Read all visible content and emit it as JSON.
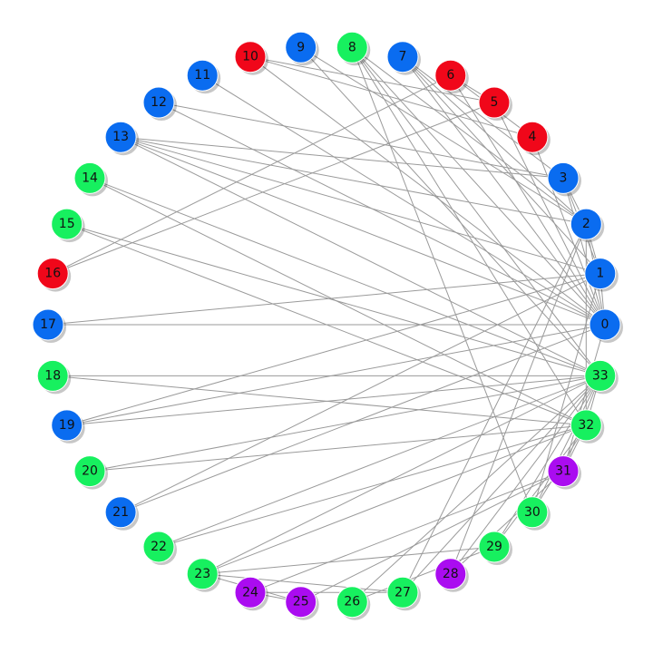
{
  "colors": {
    "blue": "#0a6cf0",
    "green": "#17f05f",
    "red": "#f0071a",
    "purple": "#aa0cf0",
    "edge": "#9a9a9a"
  },
  "nodes": [
    {
      "id": 0,
      "label": "0",
      "color": "blue"
    },
    {
      "id": 1,
      "label": "1",
      "color": "blue"
    },
    {
      "id": 2,
      "label": "2",
      "color": "blue"
    },
    {
      "id": 3,
      "label": "3",
      "color": "blue"
    },
    {
      "id": 4,
      "label": "4",
      "color": "red"
    },
    {
      "id": 5,
      "label": "5",
      "color": "red"
    },
    {
      "id": 6,
      "label": "6",
      "color": "red"
    },
    {
      "id": 7,
      "label": "7",
      "color": "blue"
    },
    {
      "id": 8,
      "label": "8",
      "color": "green"
    },
    {
      "id": 9,
      "label": "9",
      "color": "blue"
    },
    {
      "id": 10,
      "label": "10",
      "color": "red"
    },
    {
      "id": 11,
      "label": "11",
      "color": "blue"
    },
    {
      "id": 12,
      "label": "12",
      "color": "blue"
    },
    {
      "id": 13,
      "label": "13",
      "color": "blue"
    },
    {
      "id": 14,
      "label": "14",
      "color": "green"
    },
    {
      "id": 15,
      "label": "15",
      "color": "green"
    },
    {
      "id": 16,
      "label": "16",
      "color": "red"
    },
    {
      "id": 17,
      "label": "17",
      "color": "blue"
    },
    {
      "id": 18,
      "label": "18",
      "color": "green"
    },
    {
      "id": 19,
      "label": "19",
      "color": "blue"
    },
    {
      "id": 20,
      "label": "20",
      "color": "green"
    },
    {
      "id": 21,
      "label": "21",
      "color": "blue"
    },
    {
      "id": 22,
      "label": "22",
      "color": "green"
    },
    {
      "id": 23,
      "label": "23",
      "color": "green"
    },
    {
      "id": 24,
      "label": "24",
      "color": "purple"
    },
    {
      "id": 25,
      "label": "25",
      "color": "purple"
    },
    {
      "id": 26,
      "label": "26",
      "color": "green"
    },
    {
      "id": 27,
      "label": "27",
      "color": "green"
    },
    {
      "id": 28,
      "label": "28",
      "color": "purple"
    },
    {
      "id": 29,
      "label": "29",
      "color": "green"
    },
    {
      "id": 30,
      "label": "30",
      "color": "green"
    },
    {
      "id": 31,
      "label": "31",
      "color": "purple"
    },
    {
      "id": 32,
      "label": "32",
      "color": "green"
    },
    {
      "id": 33,
      "label": "33",
      "color": "green"
    }
  ],
  "edges": [
    [
      0,
      1
    ],
    [
      0,
      2
    ],
    [
      0,
      3
    ],
    [
      0,
      4
    ],
    [
      0,
      5
    ],
    [
      0,
      6
    ],
    [
      0,
      7
    ],
    [
      0,
      8
    ],
    [
      0,
      10
    ],
    [
      0,
      11
    ],
    [
      0,
      12
    ],
    [
      0,
      13
    ],
    [
      0,
      17
    ],
    [
      0,
      19
    ],
    [
      0,
      21
    ],
    [
      0,
      31
    ],
    [
      1,
      2
    ],
    [
      1,
      3
    ],
    [
      1,
      7
    ],
    [
      1,
      13
    ],
    [
      1,
      17
    ],
    [
      1,
      19
    ],
    [
      1,
      21
    ],
    [
      1,
      30
    ],
    [
      2,
      3
    ],
    [
      2,
      7
    ],
    [
      2,
      8
    ],
    [
      2,
      9
    ],
    [
      2,
      13
    ],
    [
      2,
      27
    ],
    [
      2,
      28
    ],
    [
      2,
      32
    ],
    [
      3,
      7
    ],
    [
      3,
      12
    ],
    [
      3,
      13
    ],
    [
      4,
      6
    ],
    [
      4,
      10
    ],
    [
      5,
      6
    ],
    [
      5,
      10
    ],
    [
      5,
      16
    ],
    [
      6,
      16
    ],
    [
      8,
      30
    ],
    [
      8,
      32
    ],
    [
      8,
      33
    ],
    [
      9,
      33
    ],
    [
      13,
      33
    ],
    [
      14,
      32
    ],
    [
      14,
      33
    ],
    [
      15,
      32
    ],
    [
      15,
      33
    ],
    [
      18,
      32
    ],
    [
      18,
      33
    ],
    [
      19,
      33
    ],
    [
      20,
      32
    ],
    [
      20,
      33
    ],
    [
      22,
      32
    ],
    [
      22,
      33
    ],
    [
      23,
      25
    ],
    [
      23,
      27
    ],
    [
      23,
      29
    ],
    [
      23,
      32
    ],
    [
      23,
      33
    ],
    [
      24,
      25
    ],
    [
      24,
      27
    ],
    [
      24,
      31
    ],
    [
      25,
      31
    ],
    [
      26,
      29
    ],
    [
      26,
      33
    ],
    [
      27,
      33
    ],
    [
      28,
      31
    ],
    [
      28,
      33
    ],
    [
      29,
      32
    ],
    [
      29,
      33
    ],
    [
      30,
      32
    ],
    [
      30,
      33
    ],
    [
      31,
      32
    ],
    [
      31,
      33
    ],
    [
      32,
      33
    ]
  ]
}
